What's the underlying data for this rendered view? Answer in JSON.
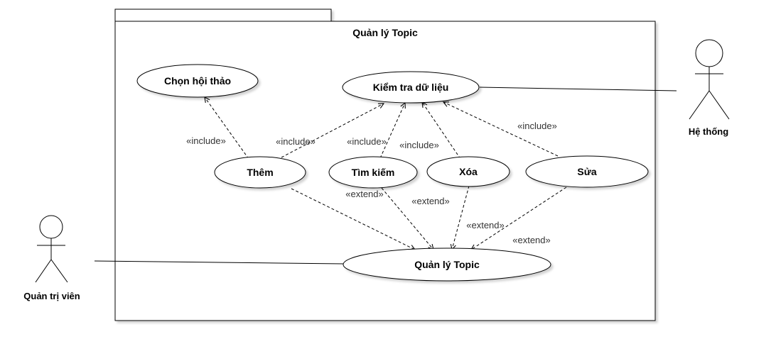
{
  "package": {
    "title": "Quản lý Topic"
  },
  "actors": {
    "admin": "Quản trị viên",
    "system": "Hệ thống"
  },
  "use_cases": {
    "chon_hoi_thao": "Chọn hội thảo",
    "kiem_tra": "Kiểm tra dữ liệu",
    "them": "Thêm",
    "tim_kiem": "Tìm kiếm",
    "xoa": "Xóa",
    "sua": "Sửa",
    "quan_ly": "Quản lý Topic"
  },
  "relations": {
    "include": "«include»",
    "extend": "«extend»"
  }
}
